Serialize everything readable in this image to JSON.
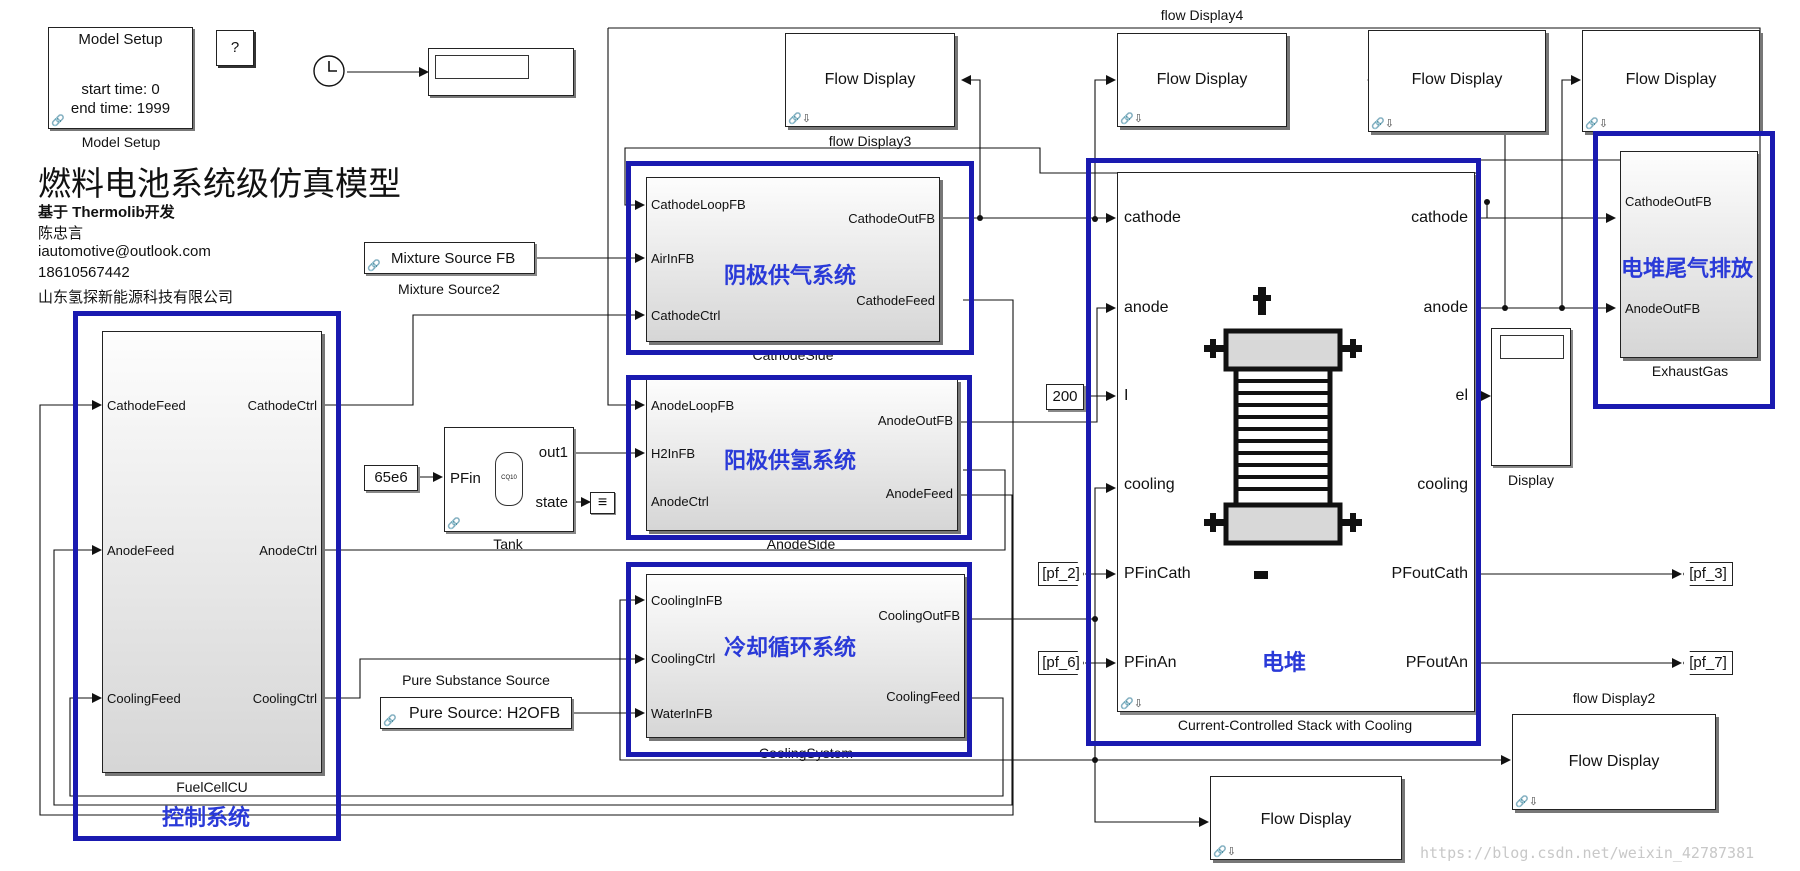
{
  "title": "燃料电池系统级仿真模型",
  "info": {
    "based_on": "基于 Thermolib开发",
    "author": "陈忠言",
    "email": "iautomotive@outlook.com",
    "phone": "18610567442",
    "company": "山东氢探新能源科技有限公司"
  },
  "model_setup": {
    "label": "Model Setup",
    "start": "start time: 0",
    "end": "end time: 1999",
    "caption": "Model Setup"
  },
  "help_label": "?",
  "fuelcell": {
    "caption": "FuelCellCU",
    "subtitle": "控制系统",
    "ports_in": [
      "CathodeFeed",
      "AnodeFeed",
      "CoolingFeed"
    ],
    "ports_out": [
      "CathodeCtrl",
      "AnodeCtrl",
      "CoolingCtrl"
    ]
  },
  "cathode": {
    "caption": "CathodeSide",
    "subtitle": "阴极供气系统",
    "ports_in": [
      "CathodeLoopFB",
      "AirInFB",
      "CathodeCtrl"
    ],
    "ports_out": [
      "CathodeOutFB",
      "CathodeFeed"
    ]
  },
  "anode": {
    "caption": "AnodeSide",
    "subtitle": "阳极供氢系统",
    "ports_in": [
      "AnodeLoopFB",
      "H2InFB",
      "AnodeCtrl"
    ],
    "ports_out": [
      "AnodeOutFB",
      "AnodeFeed"
    ]
  },
  "cooling": {
    "caption": "CoolingSystem",
    "subtitle": "冷却循环系统",
    "ports_in": [
      "CoolingInFB",
      "CoolingCtrl",
      "WaterInFB"
    ],
    "ports_out": [
      "CoolingOutFB",
      "CoolingFeed"
    ]
  },
  "stack": {
    "caption": "Current-Controlled Stack with Cooling",
    "subtitle": "电堆",
    "ports_in": [
      "cathode",
      "anode",
      "I",
      "cooling",
      "PFinCath",
      "PFinAn"
    ],
    "ports_out": [
      "cathode",
      "anode",
      "el",
      "cooling",
      "PFoutCath",
      "PFoutAn"
    ]
  },
  "exhaust": {
    "caption": "ExhaustGas",
    "subtitle": "电堆尾气排放",
    "ports_in": [
      "CathodeOutFB",
      "AnodeOutFB"
    ]
  },
  "tank": {
    "caption": "Tank",
    "in": "PFin",
    "out1": "out1",
    "state": "state",
    "icon_text": "CQ10"
  },
  "mixture": {
    "label": "Mixture Source FB",
    "caption": "Mixture Source2"
  },
  "pure": {
    "label": "Pure Source: H2OFB",
    "caption": "Pure Substance Source"
  },
  "constants": {
    "pressure": "65e6",
    "current": "200"
  },
  "goto_tags": {
    "pf2": "[pf_2]",
    "pf6": "[pf_6]",
    "pf3": "[pf_3]",
    "pf7": "[pf_7]"
  },
  "displays": {
    "d3": {
      "label": "Flow Display",
      "caption": "flow Display3"
    },
    "d4": {
      "label": "Flow Display",
      "caption": "flow Display4"
    },
    "d5": {
      "label": "Flow Display"
    },
    "d6": {
      "label": "Flow Display"
    },
    "d2": {
      "label": "Flow Display",
      "caption": "flow Display2"
    },
    "d1": {
      "label": "Flow Display"
    },
    "display": {
      "caption": "Display"
    }
  },
  "watermark": "https://blog.csdn.net/weixin_42787381"
}
